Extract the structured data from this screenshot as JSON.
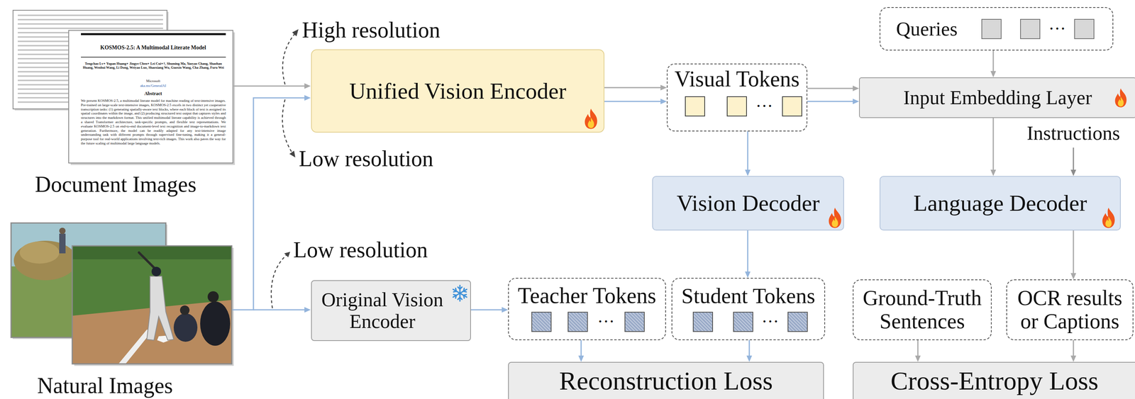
{
  "diagram": {
    "nodes": [
      {
        "text": [
          "Queries",
          "···"
        ]
      },
      {
        "text": [
          "Unified Vision Encoder"
        ]
      },
      {
        "text": [
          "Visual Tokens",
          "···"
        ]
      },
      {
        "text": [
          "Input Embedding Layer"
        ]
      },
      {
        "text": [
          "Vision Decoder"
        ]
      },
      {
        "text": [
          "Language Decoder"
        ]
      },
      {
        "text": [
          "Original Vision Encoder"
        ]
      },
      {
        "text": [
          "Teacher Tokens",
          "···"
        ]
      },
      {
        "text": [
          "Student Tokens",
          "···"
        ]
      },
      {
        "text": [
          "Ground-Truth Sentences"
        ]
      },
      {
        "text": [
          "OCR results or Captions"
        ]
      },
      {
        "text": [
          "Reconstruction Loss"
        ]
      },
      {
        "text": [
          "Cross-Entropy Loss"
        ]
      }
    ],
    "edges": [
      {
        "from": 1,
        "to": 2,
        "arrow": "to"
      },
      {
        "from": 1,
        "to": 2,
        "arrow": "to"
      },
      {
        "from": 2,
        "to": 3,
        "arrow": "to"
      },
      {
        "from": 2,
        "to": 3,
        "arrow": "to"
      },
      {
        "from": 0,
        "to": 3,
        "arrow": "to"
      },
      {
        "from": 2,
        "to": 4,
        "arrow": "to"
      },
      {
        "from": 3,
        "to": 5,
        "arrow": "to"
      },
      {
        "from": 4,
        "to": 8,
        "arrow": "to"
      },
      {
        "from": 6,
        "to": 7,
        "arrow": "to"
      },
      {
        "from": 7,
        "to": 11,
        "arrow": "to"
      },
      {
        "from": 8,
        "to": 11,
        "arrow": "to"
      },
      {
        "from": 5,
        "to": 10,
        "arrow": "to"
      },
      {
        "from": 9,
        "to": 12,
        "arrow": "to"
      },
      {
        "from": 10,
        "to": 12,
        "arrow": "to"
      }
    ],
    "labels": [
      "High resolution",
      "Low resolution",
      "Low resolution",
      "Document Images",
      "Natural Images",
      "Instructions",
      "KOSMOS-2.5: A Multimodal Literate Model",
      "Tengchao Lv∗ Yupan Huang∗ Jingye Chen∗ Lei Cui∗†, Shuming Ma, Yaoyao Chang, Shaohan Huang, Wenhui Wang, Li Dong, Weiyao Luo, Shaoxiang Wu, Guoxin Wang, Cha Zhang, Furu Wei",
      "Microsoft",
      "aka.ms/GeneralAI",
      "Abstract",
      "We present KOSMOS-2.5, a multimodal literate model for machine reading of text-intensive images. Pre-trained on large-scale text-intensive images, KOSMOS-2.5 excels in two distinct yet cooperative transcription tasks: (1) generating spatially-aware text blocks, where each block of text is assigned its spatial coordinates within the image, and (2) producing structured text output that captures styles and structures into the markdown format. This unified multimodal literate capability is achieved through a shared Transformer architecture, task-specific prompts, and flexible text representations. We evaluate KOSMOS-2.5 on end-to-end document-level text recognition and image-to-markdown text generation. Furthermore, the model can be readily adapted for any text-intensive image understanding task with different prompts through supervised fine-tuning, making it a general-purpose tool for real-world applications involving text-rich images. This work also paves the way for the future scaling of multimodal large language models."
    ]
  }
}
